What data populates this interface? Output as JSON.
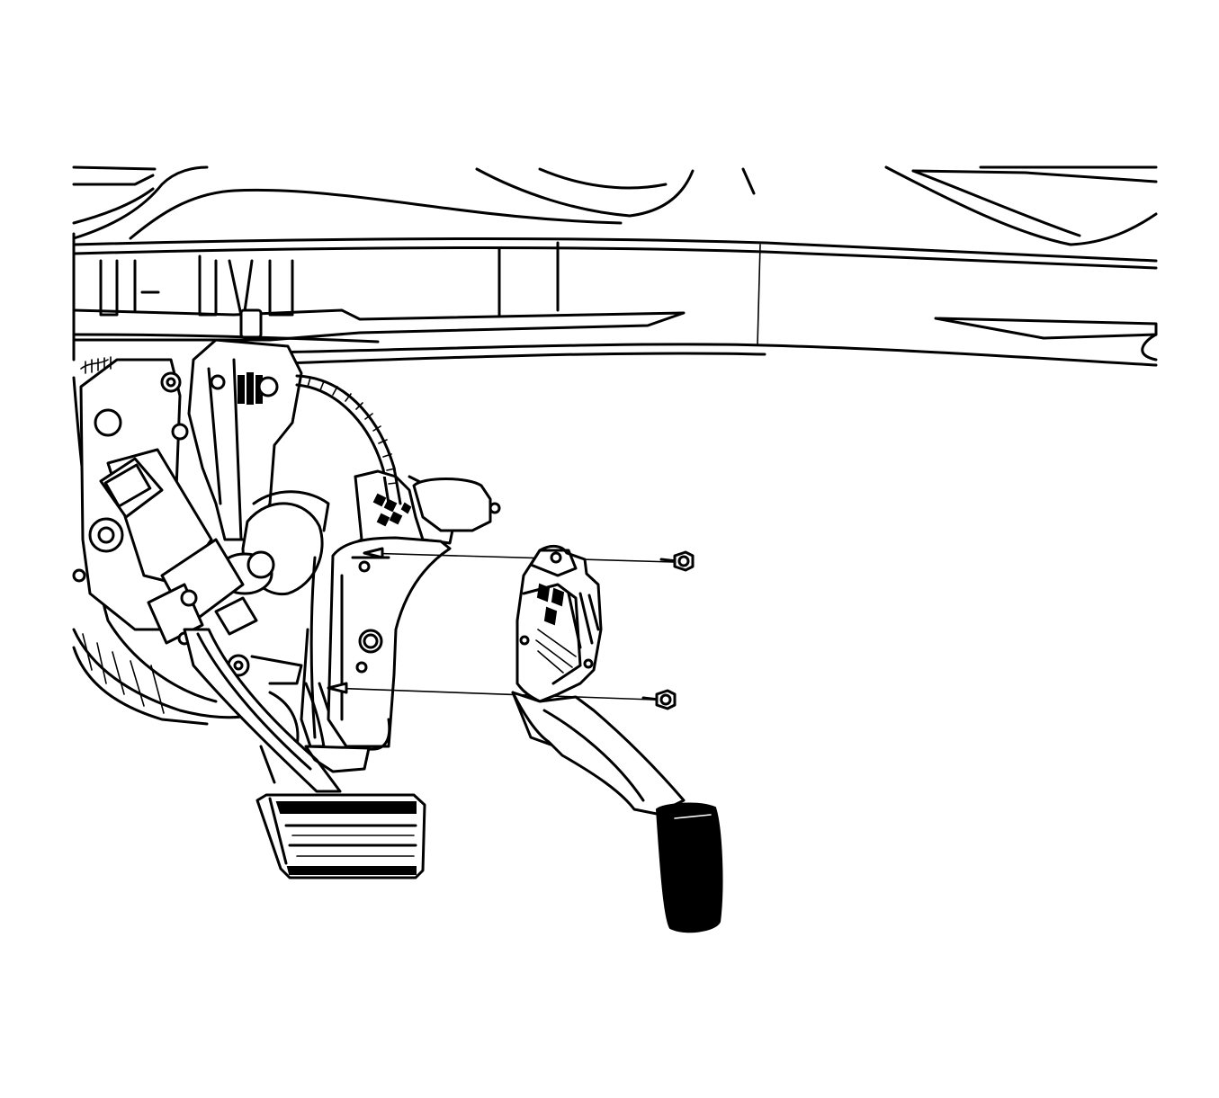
{
  "figure": {
    "type": "exploded-view line illustration",
    "subject": "accelerator-pedal-assembly-removal",
    "colors": {
      "line": "#000000",
      "background": "#ffffff"
    },
    "parts": [
      {
        "id": "instrument-panel-cross-car-beam"
      },
      {
        "id": "brake-pedal-bracket-assembly"
      },
      {
        "id": "brake-pedal"
      },
      {
        "id": "pedal-mounting-bracket"
      },
      {
        "id": "accelerator-pedal-assembly"
      },
      {
        "id": "upper-mounting-bolt"
      },
      {
        "id": "lower-mounting-bolt"
      }
    ],
    "callouts": []
  }
}
